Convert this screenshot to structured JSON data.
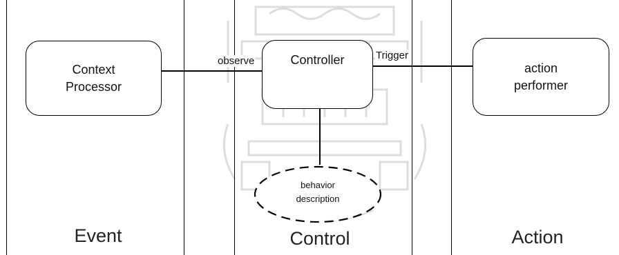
{
  "columns": {
    "event": "Event",
    "control": "Control",
    "action": "Action"
  },
  "nodes": {
    "context_processor": "Context\nProcessor",
    "controller": "Controller",
    "action_performer": "action\nperformer",
    "behavior_description": "behavior\ndescription"
  },
  "edges": {
    "observe": "observe",
    "trigger": "Trigger"
  }
}
